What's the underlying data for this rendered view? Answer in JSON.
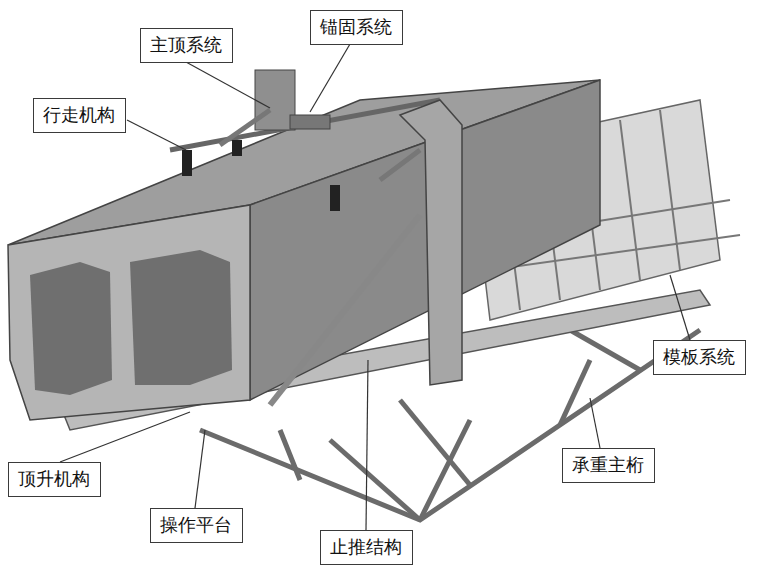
{
  "diagram": {
    "nodes": [
      {
        "text": [
          "锚固系统"
        ]
      },
      {
        "text": [
          "主顶系统"
        ]
      },
      {
        "text": [
          "行走机构"
        ]
      },
      {
        "text": [
          "模板系统"
        ]
      },
      {
        "text": [
          "承重主桁"
        ]
      },
      {
        "text": [
          "顶升机构"
        ]
      },
      {
        "text": [
          "操作平台"
        ]
      },
      {
        "text": [
          "止推结构"
        ]
      }
    ]
  }
}
